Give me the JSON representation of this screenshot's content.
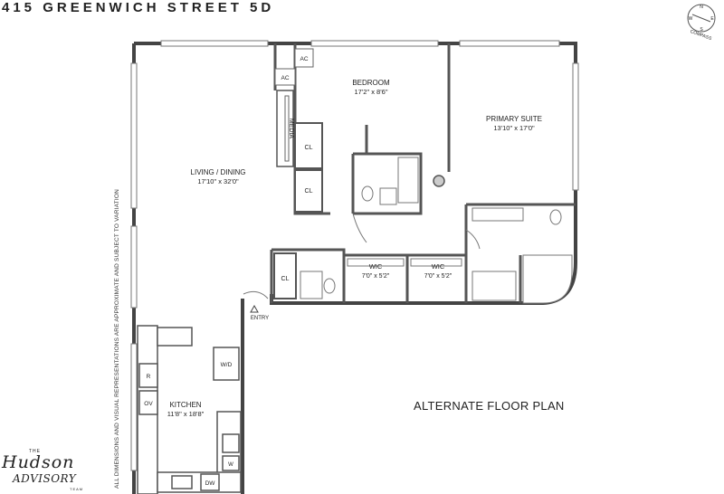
{
  "title": "415 GREENWICH STREET 5D",
  "subtitle": "ALTERNATE FLOOR PLAN",
  "disclaimer": "ALL DIMENSIONS AND VISUAL REPRESENTATIONS ARE APPROXIMATE AND SUBJECT TO VARIATION",
  "compass": {
    "label": "COMPASS",
    "letters": [
      "N",
      "E",
      "S",
      "W"
    ]
  },
  "logo": {
    "the": "THE",
    "line1": "Hudson",
    "line2": "ADVISORY",
    "team": "TEAM"
  },
  "rooms": {
    "living": {
      "name": "LIVING / DINING",
      "dims": "17'10\" x 32'0\""
    },
    "bedroom": {
      "name": "BEDROOM",
      "dims": "17'2\" x 8'6\""
    },
    "primary": {
      "name": "PRIMARY SUITE",
      "dims": "13'10\" x 17'0\""
    },
    "wic1": {
      "name": "WIC",
      "dims": "7'0\" x 5'2\""
    },
    "wic2": {
      "name": "WIC",
      "dims": "7'0\" x 5'2\""
    },
    "kitchen": {
      "name": "KITCHEN",
      "dims": "11'8\" x 18'8\""
    }
  },
  "fixtures": {
    "ac1": "AC",
    "ac2": "AC",
    "media": "MEDIA",
    "cl1": "CL",
    "cl2": "CL",
    "cl3": "CL",
    "wd": "W/D",
    "r": "R",
    "ov": "OV",
    "w": "W",
    "dw": "DW"
  },
  "entry": "ENTRY"
}
